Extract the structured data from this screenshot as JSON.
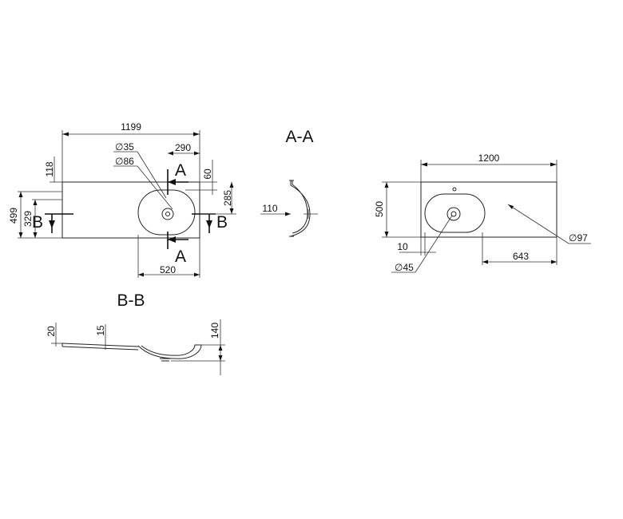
{
  "views": {
    "top": {
      "width": "1199",
      "depth_total": "499",
      "depth_basin": "329",
      "offset_top": "118",
      "basin_length": "520",
      "tap_offset_x": "290",
      "tap_offset_y": "60",
      "basin_center": "285",
      "tap_hole": "∅35",
      "drain_hole": "∅86",
      "section_a": "A",
      "section_b": "B"
    },
    "section_aa": {
      "title": "A-A",
      "depth": "110"
    },
    "section_bb": {
      "title": "B-B",
      "thickness_edge": "20",
      "thickness_slab": "15",
      "depth": "140"
    },
    "cabinet": {
      "width": "1200",
      "depth": "500",
      "offset_10": "10",
      "offset_643": "643",
      "hole_97": "∅97",
      "hole_45": "∅45"
    }
  }
}
